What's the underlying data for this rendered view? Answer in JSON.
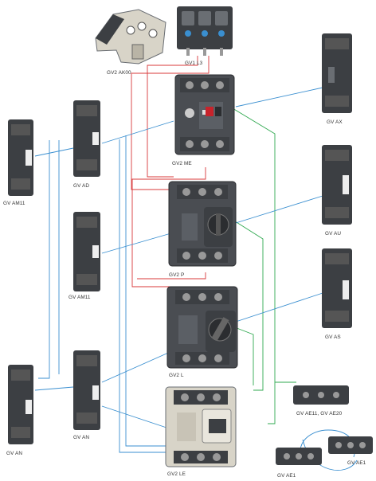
{
  "colors": {
    "blue_wire": "#3a8fd0",
    "red_wire": "#d8383a",
    "green_wire": "#2fa84f",
    "device_dark": "#3c3f43",
    "device_mid": "#6a6e73",
    "device_light": "#d8d4c8",
    "accent_red": "#c8232b"
  },
  "labels": {
    "gv2ak00": "GV2 AK00",
    "gv1l3": "GV1 L3",
    "gv2me": "GV2 ME",
    "gv2p": "GV2 P",
    "gv2l": "GV2 L",
    "gv2le": "GV2 LE",
    "gvam11_far": "GV AM11",
    "gvad": "GV AD",
    "gvam11": "GV AM11",
    "gvan_far": "GV AN",
    "gvan": "GV AN",
    "gvax": "GV AX",
    "gvau": "GV AU",
    "gvas": "GV AS",
    "gvae11_20": "GV AE11, GV AE20",
    "gvae1_left": "GV AE1",
    "gvae1_right": "GV AE1"
  }
}
